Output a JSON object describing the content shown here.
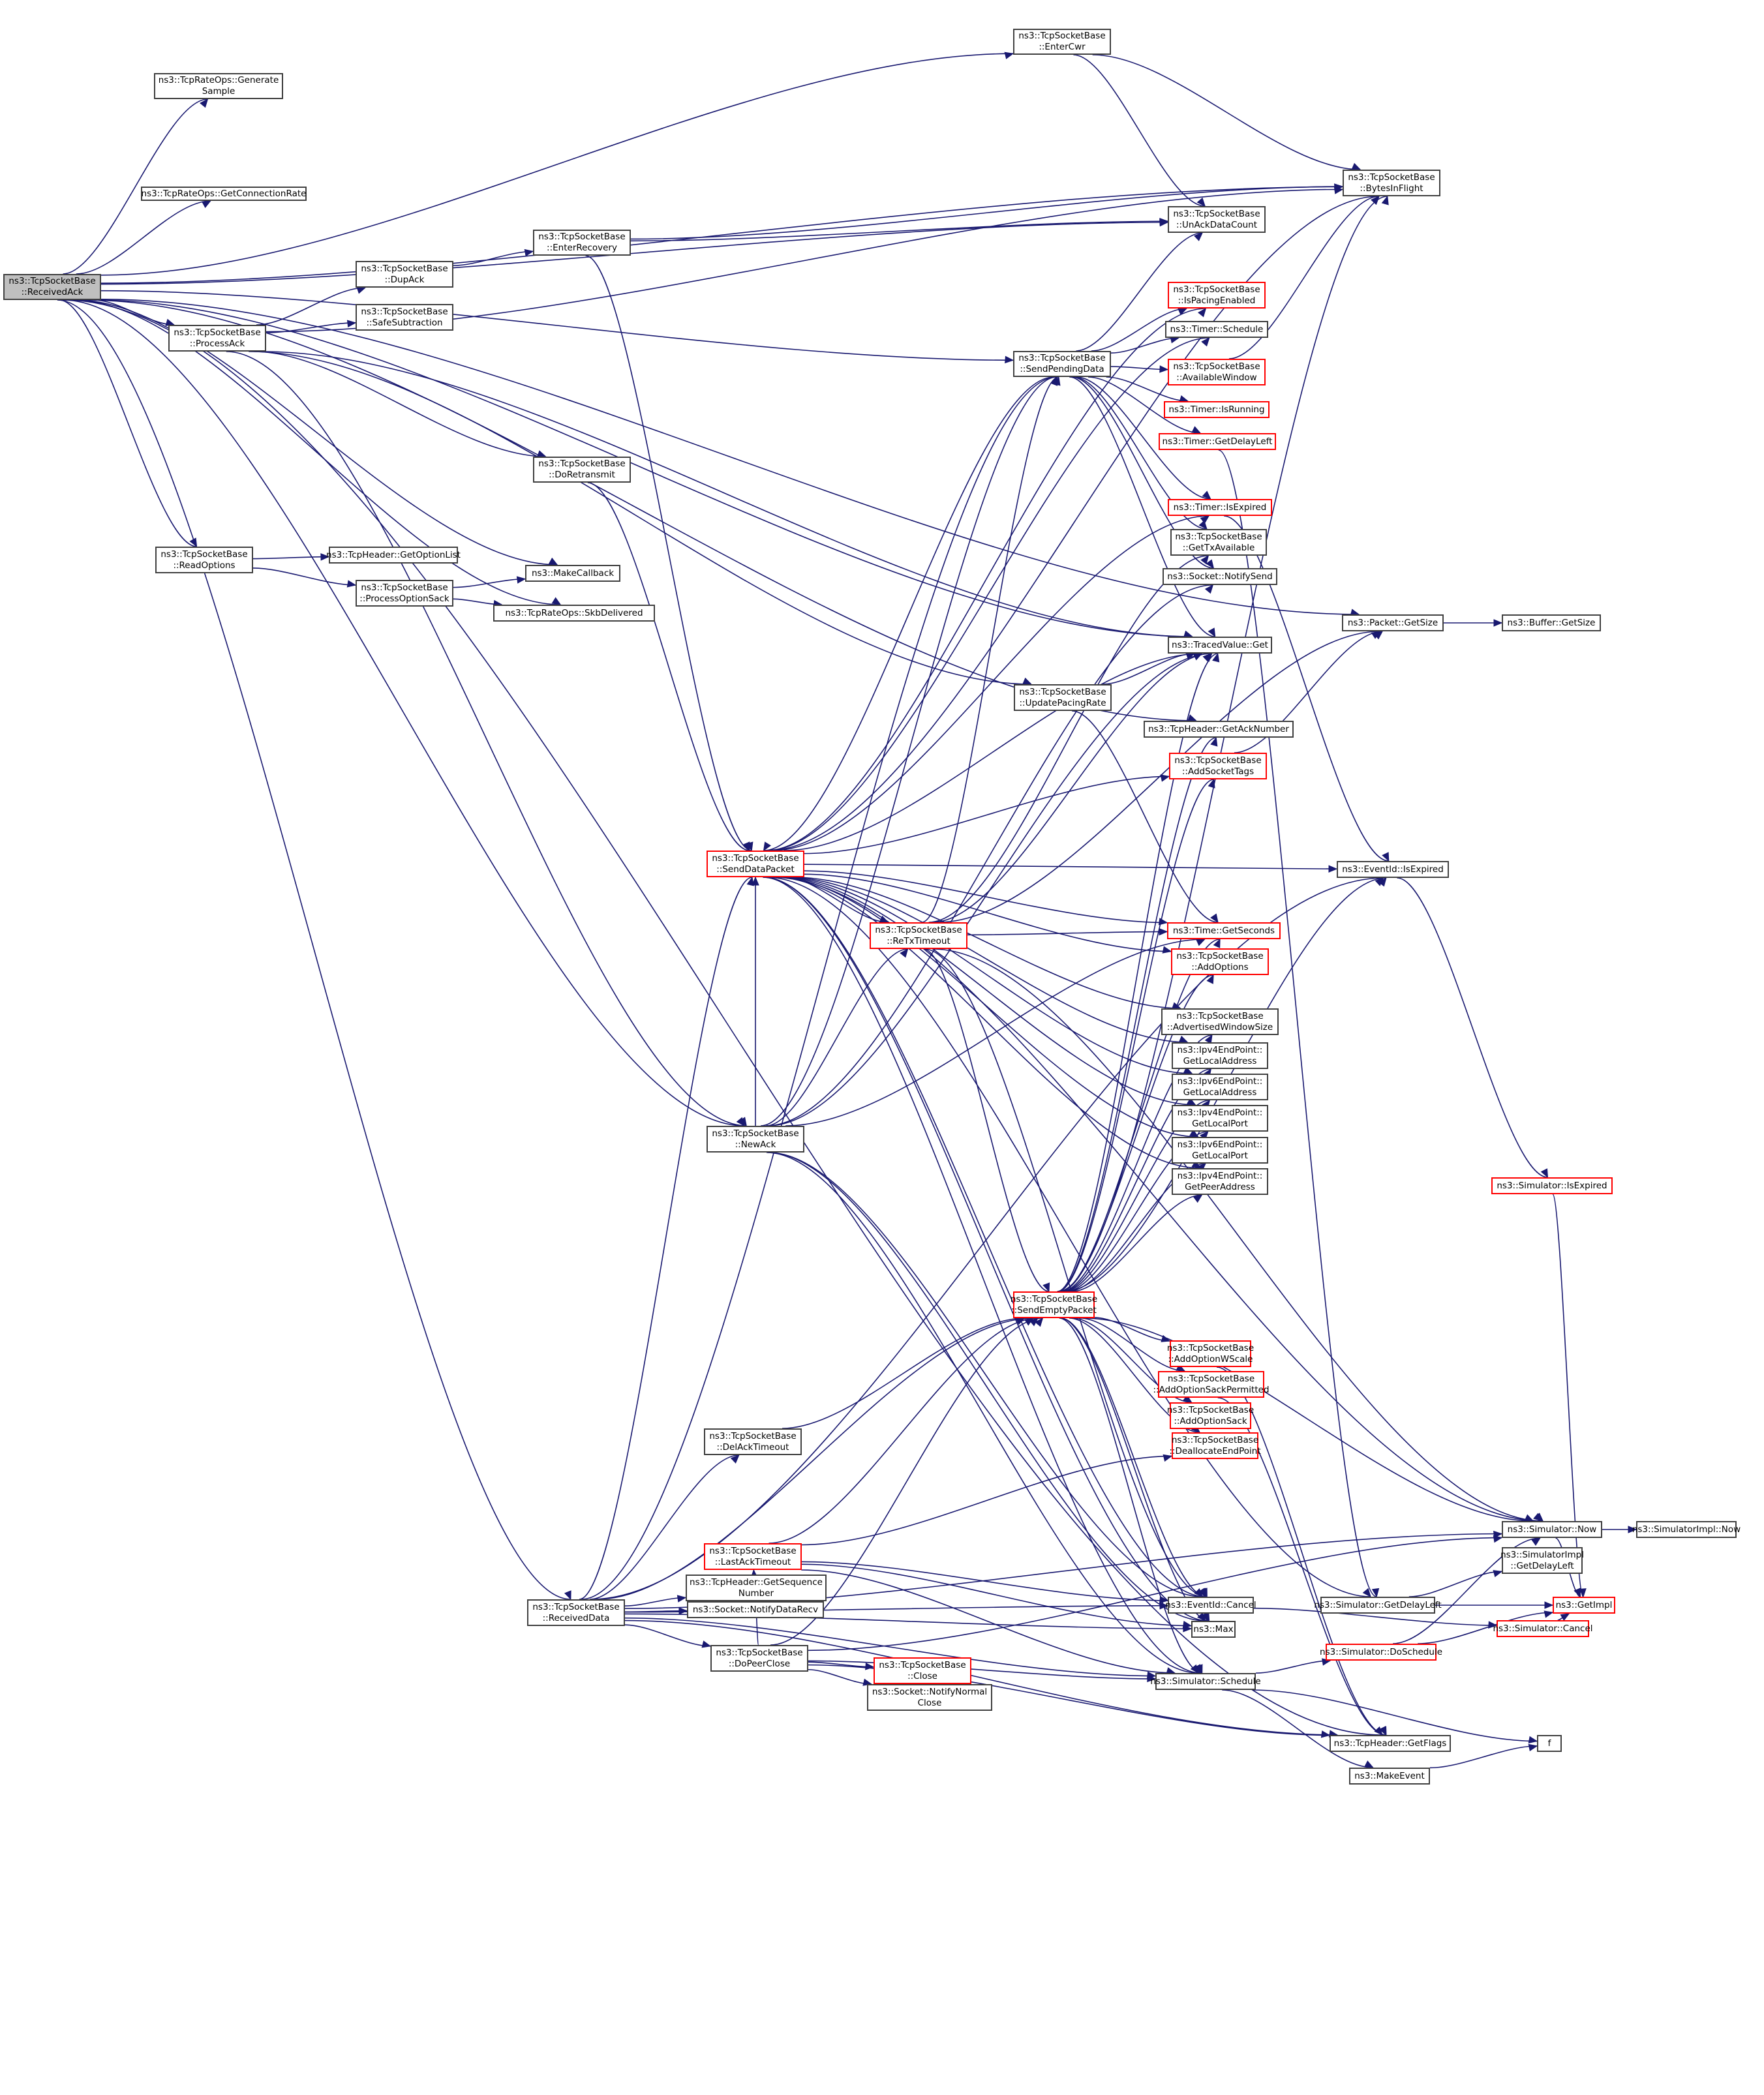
{
  "diagram": {
    "type": "call-graph",
    "colors": {
      "edge": "#191970",
      "root_fill": "#bfbfbf",
      "incomplete_border": "#ff0000",
      "node_border": "#404040"
    },
    "nodes": [
      {
        "id": "ReceivedAck",
        "label": "ns3::TcpSocketBase\n::ReceivedAck",
        "root": true,
        "red": false
      },
      {
        "id": "GenerateSample",
        "label": "ns3::TcpRateOps::Generate\nSample",
        "red": false
      },
      {
        "id": "GetConnectionRate",
        "label": "ns3::TcpRateOps::GetConnectionRate",
        "red": false
      },
      {
        "id": "ProcessAck",
        "label": "ns3::TcpSocketBase\n::ProcessAck",
        "red": false
      },
      {
        "id": "DupAck",
        "label": "ns3::TcpSocketBase\n::DupAck",
        "red": false
      },
      {
        "id": "SafeSubtraction",
        "label": "ns3::TcpSocketBase\n::SafeSubtraction",
        "red": false
      },
      {
        "id": "EnterRecovery",
        "label": "ns3::TcpSocketBase\n::EnterRecovery",
        "red": false
      },
      {
        "id": "DoRetransmit",
        "label": "ns3::TcpSocketBase\n::DoRetransmit",
        "red": false
      },
      {
        "id": "ReadOptions",
        "label": "ns3::TcpSocketBase\n::ReadOptions",
        "red": false
      },
      {
        "id": "GetOptionList",
        "label": "ns3::TcpHeader::GetOptionList",
        "red": false
      },
      {
        "id": "ProcessOptionSack",
        "label": "ns3::TcpSocketBase\n::ProcessOptionSack",
        "red": false
      },
      {
        "id": "MakeCallback",
        "label": "ns3::MakeCallback",
        "red": false
      },
      {
        "id": "SkbDelivered",
        "label": "ns3::TcpRateOps::SkbDelivered",
        "red": false
      },
      {
        "id": "EnterCwr",
        "label": "ns3::TcpSocketBase\n::EnterCwr",
        "red": false
      },
      {
        "id": "BytesInFlight",
        "label": "ns3::TcpSocketBase\n::BytesInFlight",
        "red": false
      },
      {
        "id": "UnAckDataCount",
        "label": "ns3::TcpSocketBase\n::UnAckDataCount",
        "red": false
      },
      {
        "id": "IsPacingEnabled",
        "label": "ns3::TcpSocketBase\n::IsPacingEnabled",
        "red": true
      },
      {
        "id": "TimerSchedule",
        "label": "ns3::Timer::Schedule",
        "red": false
      },
      {
        "id": "SendPendingData",
        "label": "ns3::TcpSocketBase\n::SendPendingData",
        "red": false
      },
      {
        "id": "AvailableWindow",
        "label": "ns3::TcpSocketBase\n::AvailableWindow",
        "red": true
      },
      {
        "id": "TimerIsRunning",
        "label": "ns3::Timer::IsRunning",
        "red": true
      },
      {
        "id": "TimerGetDelayLeft",
        "label": "ns3::Timer::GetDelayLeft",
        "red": true
      },
      {
        "id": "TimerIsExpired",
        "label": "ns3::Timer::IsExpired",
        "red": true
      },
      {
        "id": "GetTxAvailable",
        "label": "ns3::TcpSocketBase\n::GetTxAvailable",
        "red": false
      },
      {
        "id": "NotifySend",
        "label": "ns3::Socket::NotifySend",
        "red": false
      },
      {
        "id": "TracedValueGet",
        "label": "ns3::TracedValue::Get",
        "red": false
      },
      {
        "id": "PacketGetSize",
        "label": "ns3::Packet::GetSize",
        "red": false
      },
      {
        "id": "BufferGetSize",
        "label": "ns3::Buffer::GetSize",
        "red": false
      },
      {
        "id": "UpdatePacingRate",
        "label": "ns3::TcpSocketBase\n::UpdatePacingRate",
        "red": false
      },
      {
        "id": "GetAckNumber",
        "label": "ns3::TcpHeader::GetAckNumber",
        "red": false
      },
      {
        "id": "AddSocketTags",
        "label": "ns3::TcpSocketBase\n::AddSocketTags",
        "red": true
      },
      {
        "id": "SendDataPacket",
        "label": "ns3::TcpSocketBase\n::SendDataPacket",
        "red": true
      },
      {
        "id": "EventIdIsExpired",
        "label": "ns3::EventId::IsExpired",
        "red": false
      },
      {
        "id": "ReTxTimeout",
        "label": "ns3::TcpSocketBase\n::ReTxTimeout",
        "red": true
      },
      {
        "id": "TimeGetSeconds",
        "label": "ns3::Time::GetSeconds",
        "red": true
      },
      {
        "id": "AddOptions",
        "label": "ns3::TcpSocketBase\n::AddOptions",
        "red": true
      },
      {
        "id": "AdvertisedWindowSize",
        "label": "ns3::TcpSocketBase\n::AdvertisedWindowSize",
        "red": false
      },
      {
        "id": "Ipv4GetLocalAddress",
        "label": "ns3::Ipv4EndPoint::\nGetLocalAddress",
        "red": false
      },
      {
        "id": "Ipv6GetLocalAddress",
        "label": "ns3::Ipv6EndPoint::\nGetLocalAddress",
        "red": false
      },
      {
        "id": "Ipv4GetLocalPort",
        "label": "ns3::Ipv4EndPoint::\nGetLocalPort",
        "red": false
      },
      {
        "id": "Ipv6GetLocalPort",
        "label": "ns3::Ipv6EndPoint::\nGetLocalPort",
        "red": false
      },
      {
        "id": "Ipv4GetPeerAddress",
        "label": "ns3::Ipv4EndPoint::\nGetPeerAddress",
        "red": false
      },
      {
        "id": "NewAck",
        "label": "ns3::TcpSocketBase\n::NewAck",
        "red": false
      },
      {
        "id": "SimulatorIsExpired",
        "label": "ns3::Simulator::IsExpired",
        "red": true
      },
      {
        "id": "SendEmptyPacket",
        "label": "ns3::TcpSocketBase\n::SendEmptyPacket",
        "red": true
      },
      {
        "id": "AddOptionWScale",
        "label": "ns3::TcpSocketBase\n::AddOptionWScale",
        "red": true
      },
      {
        "id": "AddOptionSackPermitted",
        "label": "ns3::TcpSocketBase\n::AddOptionSackPermitted",
        "red": true
      },
      {
        "id": "AddOptionSack",
        "label": "ns3::TcpSocketBase\n::AddOptionSack",
        "red": true
      },
      {
        "id": "DeallocateEndPoint",
        "label": "ns3::TcpSocketBase\n::DeallocateEndPoint",
        "red": true
      },
      {
        "id": "DelAckTimeout",
        "label": "ns3::TcpSocketBase\n::DelAckTimeout",
        "red": false
      },
      {
        "id": "SimulatorNow",
        "label": "ns3::Simulator::Now",
        "red": false
      },
      {
        "id": "SimulatorImplNow",
        "label": "ns3::SimulatorImpl::Now",
        "red": false
      },
      {
        "id": "SimulatorImplGetDelayLeft",
        "label": "ns3::SimulatorImpl\n::GetDelayLeft",
        "red": false
      },
      {
        "id": "EventIdCancel",
        "label": "ns3::EventId::Cancel",
        "red": false
      },
      {
        "id": "SimulatorGetDelayLeft",
        "label": "ns3::Simulator::GetDelayLeft",
        "red": false
      },
      {
        "id": "GetImpl",
        "label": "ns3::GetImpl",
        "red": true
      },
      {
        "id": "LastAckTimeout",
        "label": "ns3::TcpSocketBase\n::LastAckTimeout",
        "red": true
      },
      {
        "id": "Max",
        "label": "ns3::Max",
        "red": false
      },
      {
        "id": "SimulatorCancel",
        "label": "ns3::Simulator::Cancel",
        "red": true
      },
      {
        "id": "SimulatorDoSchedule",
        "label": "ns3::Simulator::DoSchedule",
        "red": true
      },
      {
        "id": "SimulatorSchedule",
        "label": "ns3::Simulator::Schedule",
        "red": false
      },
      {
        "id": "ReceivedData",
        "label": "ns3::TcpSocketBase\n::ReceivedData",
        "red": false
      },
      {
        "id": "GetSequenceNumber",
        "label": "ns3::TcpHeader::GetSequence\nNumber",
        "red": false
      },
      {
        "id": "NotifyDataRecv",
        "label": "ns3::Socket::NotifyDataRecv",
        "red": false
      },
      {
        "id": "TcpHeaderGetFlags",
        "label": "ns3::TcpHeader::GetFlags",
        "red": false
      },
      {
        "id": "f",
        "label": "f",
        "red": false
      },
      {
        "id": "MakeEvent",
        "label": "ns3::MakeEvent",
        "red": false
      },
      {
        "id": "DoPeerClose",
        "label": "ns3::TcpSocketBase\n::DoPeerClose",
        "red": false
      },
      {
        "id": "Close",
        "label": "ns3::TcpSocketBase\n::Close",
        "red": true
      },
      {
        "id": "NotifyNormalClose",
        "label": "ns3::Socket::NotifyNormal\nClose",
        "red": false
      }
    ],
    "edges": [
      [
        "ReceivedAck",
        "EnterCwr"
      ],
      [
        "ReceivedAck",
        "GenerateSample"
      ],
      [
        "ReceivedAck",
        "BytesInFlight"
      ],
      [
        "ReceivedAck",
        "GetConnectionRate"
      ],
      [
        "ReceivedAck",
        "PacketGetSize"
      ],
      [
        "ReceivedAck",
        "SendPendingData"
      ],
      [
        "ReceivedAck",
        "ProcessAck"
      ],
      [
        "ReceivedAck",
        "GetAckNumber"
      ],
      [
        "ReceivedAck",
        "TracedValueGet"
      ],
      [
        "ReceivedAck",
        "ReadOptions"
      ],
      [
        "ReceivedAck",
        "MakeCallback"
      ],
      [
        "ReceivedAck",
        "SkbDelivered"
      ],
      [
        "ReceivedAck",
        "NewAck"
      ],
      [
        "ReceivedAck",
        "ReceivedData"
      ],
      [
        "ReceivedAck",
        "TcpHeaderGetFlags"
      ],
      [
        "ReceivedAck",
        "UnAckDataCount"
      ],
      [
        "ProcessAck",
        "DupAck"
      ],
      [
        "ProcessAck",
        "SafeSubtraction"
      ],
      [
        "ProcessAck",
        "BytesInFlight"
      ],
      [
        "ProcessAck",
        "TracedValueGet"
      ],
      [
        "ProcessAck",
        "DoRetransmit"
      ],
      [
        "ProcessAck",
        "UpdatePacingRate"
      ],
      [
        "ProcessAck",
        "NewAck"
      ],
      [
        "DupAck",
        "EnterRecovery"
      ],
      [
        "EnterRecovery",
        "BytesInFlight"
      ],
      [
        "EnterRecovery",
        "UnAckDataCount"
      ],
      [
        "EnterRecovery",
        "SendDataPacket"
      ],
      [
        "DoRetransmit",
        "SendDataPacket"
      ],
      [
        "ReadOptions",
        "GetOptionList"
      ],
      [
        "ReadOptions",
        "ProcessOptionSack"
      ],
      [
        "ProcessOptionSack",
        "MakeCallback"
      ],
      [
        "ProcessOptionSack",
        "SkbDelivered"
      ],
      [
        "EnterCwr",
        "BytesInFlight"
      ],
      [
        "EnterCwr",
        "UnAckDataCount"
      ],
      [
        "SendPendingData",
        "UnAckDataCount"
      ],
      [
        "SendPendingData",
        "IsPacingEnabled"
      ],
      [
        "SendPendingData",
        "TimerSchedule"
      ],
      [
        "SendPendingData",
        "AvailableWindow"
      ],
      [
        "SendPendingData",
        "TimerIsRunning"
      ],
      [
        "SendPendingData",
        "TimerGetDelayLeft"
      ],
      [
        "SendPendingData",
        "TimerIsExpired"
      ],
      [
        "SendPendingData",
        "GetTxAvailable"
      ],
      [
        "SendPendingData",
        "NotifySend"
      ],
      [
        "SendPendingData",
        "TracedValueGet"
      ],
      [
        "SendPendingData",
        "SendDataPacket"
      ],
      [
        "AvailableWindow",
        "BytesInFlight"
      ],
      [
        "PacketGetSize",
        "BufferGetSize"
      ],
      [
        "UpdatePacingRate",
        "TracedValueGet"
      ],
      [
        "UpdatePacingRate",
        "TimeGetSeconds"
      ],
      [
        "AddSocketTags",
        "PacketGetSize"
      ],
      [
        "SendDataPacket",
        "BytesInFlight"
      ],
      [
        "SendDataPacket",
        "IsPacingEnabled"
      ],
      [
        "SendDataPacket",
        "TimerSchedule"
      ],
      [
        "SendDataPacket",
        "TimerIsExpired"
      ],
      [
        "SendDataPacket",
        "TracedValueGet"
      ],
      [
        "SendDataPacket",
        "AddSocketTags"
      ],
      [
        "SendDataPacket",
        "EventIdIsExpired"
      ],
      [
        "SendDataPacket",
        "ReTxTimeout"
      ],
      [
        "SendDataPacket",
        "TimeGetSeconds"
      ],
      [
        "SendDataPacket",
        "AddOptions"
      ],
      [
        "SendDataPacket",
        "AdvertisedWindowSize"
      ],
      [
        "SendDataPacket",
        "Ipv4GetLocalAddress"
      ],
      [
        "SendDataPacket",
        "Ipv6GetLocalAddress"
      ],
      [
        "SendDataPacket",
        "Ipv4GetLocalPort"
      ],
      [
        "SendDataPacket",
        "Ipv6GetLocalPort"
      ],
      [
        "SendDataPacket",
        "Ipv4GetPeerAddress"
      ],
      [
        "SendDataPacket",
        "SimulatorNow"
      ],
      [
        "SendDataPacket",
        "EventIdCancel"
      ],
      [
        "SendDataPacket",
        "Max"
      ],
      [
        "SendDataPacket",
        "SimulatorSchedule"
      ],
      [
        "SendDataPacket",
        "SimulatorGetDelayLeft"
      ],
      [
        "ReTxTimeout",
        "SendPendingData"
      ],
      [
        "ReTxTimeout",
        "GetTxAvailable"
      ],
      [
        "ReTxTimeout",
        "TracedValueGet"
      ],
      [
        "ReTxTimeout",
        "TimeGetSeconds"
      ],
      [
        "ReTxTimeout",
        "SendEmptyPacket"
      ],
      [
        "ReTxTimeout",
        "SimulatorNow"
      ],
      [
        "ReTxTimeout",
        "PacketGetSize"
      ],
      [
        "ReTxTimeout",
        "EventIdCancel"
      ],
      [
        "NewAck",
        "SendPendingData"
      ],
      [
        "NewAck",
        "ReTxTimeout"
      ],
      [
        "NewAck",
        "TimeGetSeconds"
      ],
      [
        "NewAck",
        "TracedValueGet"
      ],
      [
        "NewAck",
        "NotifySend"
      ],
      [
        "NewAck",
        "SimulatorSchedule"
      ],
      [
        "NewAck",
        "EventIdCancel"
      ],
      [
        "NewAck",
        "Max"
      ],
      [
        "NewAck",
        "SendDataPacket"
      ],
      [
        "EventIdIsExpired",
        "SimulatorIsExpired"
      ],
      [
        "SimulatorIsExpired",
        "GetImpl"
      ],
      [
        "SendEmptyPacket",
        "TracedValueGet"
      ],
      [
        "SendEmptyPacket",
        "GetAckNumber"
      ],
      [
        "SendEmptyPacket",
        "AddSocketTags"
      ],
      [
        "SendEmptyPacket",
        "EventIdIsExpired"
      ],
      [
        "SendEmptyPacket",
        "TimeGetSeconds"
      ],
      [
        "SendEmptyPacket",
        "AddOptions"
      ],
      [
        "SendEmptyPacket",
        "AdvertisedWindowSize"
      ],
      [
        "SendEmptyPacket",
        "Ipv4GetLocalAddress"
      ],
      [
        "SendEmptyPacket",
        "Ipv6GetLocalAddress"
      ],
      [
        "SendEmptyPacket",
        "Ipv4GetLocalPort"
      ],
      [
        "SendEmptyPacket",
        "Ipv6GetLocalPort"
      ],
      [
        "SendEmptyPacket",
        "Ipv4GetPeerAddress"
      ],
      [
        "SendEmptyPacket",
        "AddOptionWScale"
      ],
      [
        "SendEmptyPacket",
        "AddOptionSackPermitted"
      ],
      [
        "SendEmptyPacket",
        "AddOptionSack"
      ],
      [
        "SendEmptyPacket",
        "DeallocateEndPoint"
      ],
      [
        "SendEmptyPacket",
        "SimulatorNow"
      ],
      [
        "SendEmptyPacket",
        "EventIdCancel"
      ],
      [
        "SendEmptyPacket",
        "Max"
      ],
      [
        "SendEmptyPacket",
        "SimulatorSchedule"
      ],
      [
        "SendEmptyPacket",
        "BytesInFlight"
      ],
      [
        "AddOptionWScale",
        "TcpHeaderGetFlags"
      ],
      [
        "AddOptionSackPermitted",
        "TcpHeaderGetFlags"
      ],
      [
        "TimerGetDelayLeft",
        "SimulatorGetDelayLeft"
      ],
      [
        "TimerIsExpired",
        "EventIdIsExpired"
      ],
      [
        "SimulatorNow",
        "SimulatorImplNow"
      ],
      [
        "SimulatorNow",
        "GetImpl"
      ],
      [
        "SimulatorGetDelayLeft",
        "SimulatorImplGetDelayLeft"
      ],
      [
        "SimulatorGetDelayLeft",
        "GetImpl"
      ],
      [
        "EventIdCancel",
        "SimulatorCancel"
      ],
      [
        "SimulatorCancel",
        "GetImpl"
      ],
      [
        "SimulatorDoSchedule",
        "GetImpl"
      ],
      [
        "SimulatorDoSchedule",
        "SimulatorNow"
      ],
      [
        "SimulatorSchedule",
        "SimulatorDoSchedule"
      ],
      [
        "SimulatorSchedule",
        "f"
      ],
      [
        "SimulatorSchedule",
        "MakeEvent"
      ],
      [
        "MakeEvent",
        "f"
      ],
      [
        "DelAckTimeout",
        "SendEmptyPacket"
      ],
      [
        "LastAckTimeout",
        "SendEmptyPacket"
      ],
      [
        "LastAckTimeout",
        "EventIdCancel"
      ],
      [
        "LastAckTimeout",
        "Max"
      ],
      [
        "LastAckTimeout",
        "SimulatorSchedule"
      ],
      [
        "LastAckTimeout",
        "DeallocateEndPoint"
      ],
      [
        "ReceivedData",
        "SendEmptyPacket"
      ],
      [
        "ReceivedData",
        "DelAckTimeout"
      ],
      [
        "ReceivedData",
        "GetSequenceNumber"
      ],
      [
        "ReceivedData",
        "NotifyDataRecv"
      ],
      [
        "ReceivedData",
        "DoPeerClose"
      ],
      [
        "ReceivedData",
        "SimulatorSchedule"
      ],
      [
        "ReceivedData",
        "EventIdCancel"
      ],
      [
        "ReceivedData",
        "SimulatorNow"
      ],
      [
        "ReceivedData",
        "TcpHeaderGetFlags"
      ],
      [
        "ReceivedData",
        "EventIdIsExpired"
      ],
      [
        "ReceivedData",
        "SendDataPacket"
      ],
      [
        "ReceivedData",
        "SendPendingData"
      ],
      [
        "ReceivedData",
        "Max"
      ],
      [
        "DoPeerClose",
        "Close"
      ],
      [
        "DoPeerClose",
        "NotifyNormalClose"
      ],
      [
        "DoPeerClose",
        "LastAckTimeout"
      ],
      [
        "DoPeerClose",
        "SendEmptyPacket"
      ],
      [
        "DoPeerClose",
        "SimulatorSchedule"
      ],
      [
        "DoPeerClose",
        "SimulatorNow"
      ],
      [
        "DoPeerClose",
        "TcpHeaderGetFlags"
      ]
    ]
  }
}
